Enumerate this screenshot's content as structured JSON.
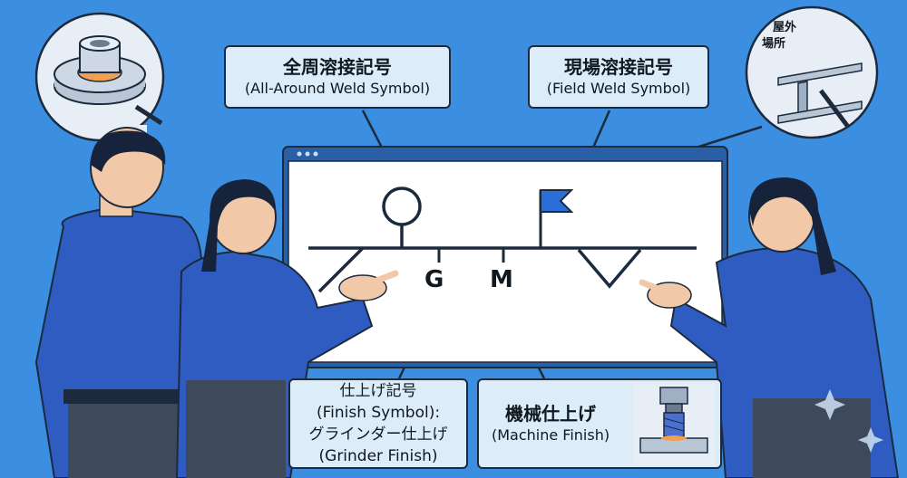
{
  "callouts": {
    "all_around": {
      "jp": "全周溶接記号",
      "en": "(All-Around Weld Symbol)"
    },
    "field_weld": {
      "jp": "現場溶接記号",
      "en": "(Field Weld Symbol)"
    },
    "finish": {
      "lines": [
        "仕上げ記号",
        "(Finish Symbol):",
        "グラインダー仕上げ",
        "(Grinder Finish)"
      ]
    },
    "machine": {
      "jp": "機械仕上げ",
      "en": "(Machine Finish)"
    }
  },
  "symbols": {
    "grinder_letter": "G",
    "machine_letter": "M"
  },
  "inset_field": {
    "line1": "屋外",
    "line2": "場所"
  }
}
